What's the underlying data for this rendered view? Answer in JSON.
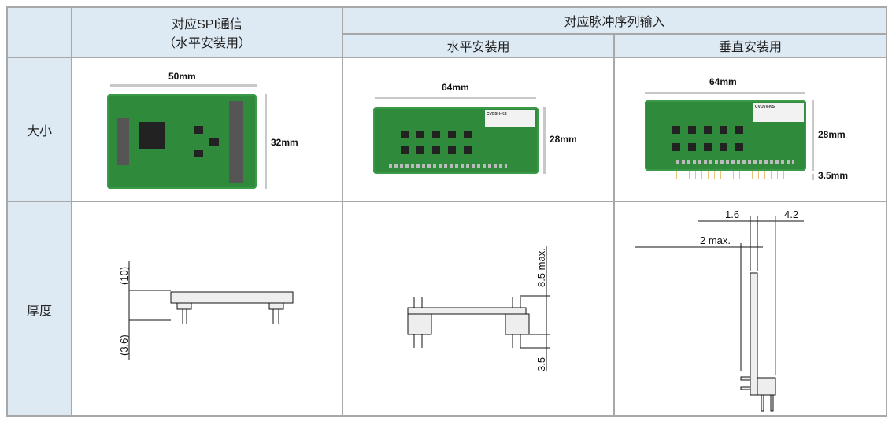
{
  "header": {
    "col1": "对应SPI通信",
    "col1_sub": "（水平安装用）",
    "group": "对应脉冲序列输入",
    "col2": "水平安装用",
    "col3": "垂直安装用"
  },
  "rows": [
    {
      "label": "大小",
      "c1": {
        "width": "50mm",
        "height": "32mm"
      },
      "c2": {
        "width": "64mm",
        "height": "28mm",
        "model": "CVD5H-KS"
      },
      "c3": {
        "width": "64mm",
        "height": "28mm",
        "extra": "3.5mm",
        "model": "CVD5V-KS"
      }
    },
    {
      "label": "厚度",
      "c1": {
        "top": "(10)",
        "bottom": "(3.6)"
      },
      "c2": {
        "top": "8.5 max.",
        "bottom": "3.5"
      },
      "c3": {
        "a": "1.6",
        "b": "4.2",
        "c": "2 max."
      }
    }
  ]
}
